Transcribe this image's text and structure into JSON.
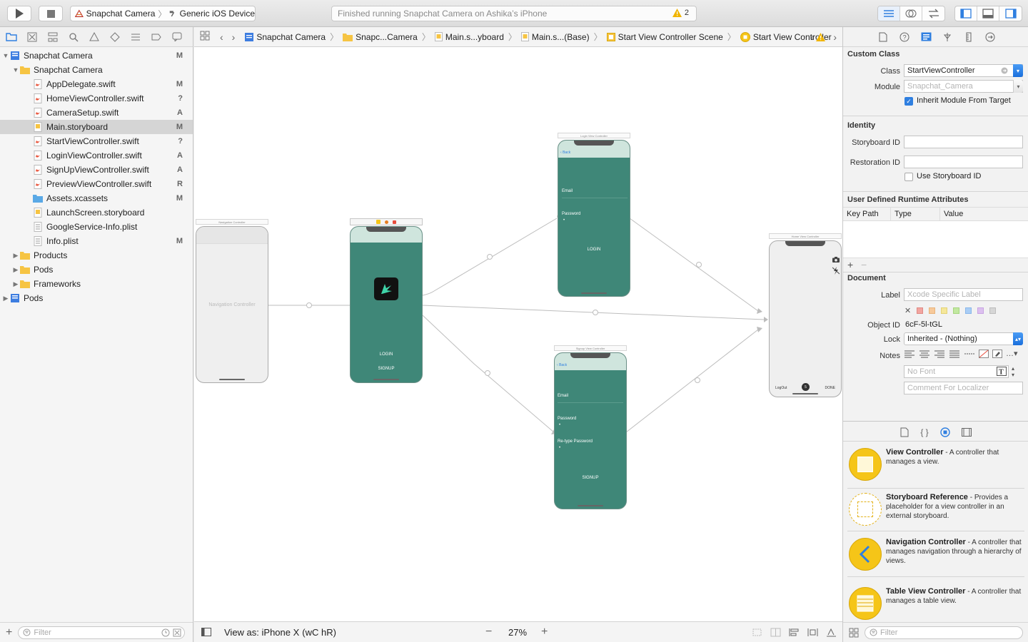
{
  "toolbar": {
    "scheme_project": "Snapchat Camera",
    "scheme_device": "Generic iOS Device",
    "status_text": "Finished running Snapchat Camera on Ashika’s iPhone",
    "warning_count": "2"
  },
  "navigator": {
    "items": [
      {
        "label": "Snapchat Camera",
        "badge": "M"
      },
      {
        "label": "Snapchat Camera",
        "badge": ""
      },
      {
        "label": "AppDelegate.swift",
        "badge": "M"
      },
      {
        "label": "HomeViewController.swift",
        "badge": "?"
      },
      {
        "label": "CameraSetup.swift",
        "badge": "A"
      },
      {
        "label": "Main.storyboard",
        "badge": "M"
      },
      {
        "label": "StartViewController.swift",
        "badge": "?"
      },
      {
        "label": "LoginViewController.swift",
        "badge": "A"
      },
      {
        "label": "SignUpViewController.swift",
        "badge": "A"
      },
      {
        "label": "PreviewViewController.swift",
        "badge": "R"
      },
      {
        "label": "Assets.xcassets",
        "badge": "M"
      },
      {
        "label": "LaunchScreen.storyboard",
        "badge": ""
      },
      {
        "label": "GoogleService-Info.plist",
        "badge": ""
      },
      {
        "label": "Info.plist",
        "badge": "M"
      },
      {
        "label": "Products",
        "badge": ""
      },
      {
        "label": "Pods",
        "badge": ""
      },
      {
        "label": "Frameworks",
        "badge": ""
      },
      {
        "label": "Pods",
        "badge": ""
      }
    ],
    "filter_placeholder": "Filter"
  },
  "jumpbar": {
    "crumbs": [
      "Snapchat Camera",
      "Snapc...Camera",
      "Main.s...yboard",
      "Main.s...(Base)",
      "Start View Controller Scene",
      "Start View Controller"
    ]
  },
  "canvas": {
    "nav_controller": {
      "title": "Navigation Controller",
      "label": "Navigation Controller"
    },
    "start": {
      "login": "LOGIN",
      "signup": "SIGNUP"
    },
    "login": {
      "title": "Login View Controller",
      "back": "Back",
      "email": "Email",
      "password": "Password",
      "button": "LOGIN"
    },
    "signup": {
      "title": "Signup View Controller",
      "back": "Back",
      "email": "Email",
      "password": "Password",
      "retype": "Re-type Password",
      "button": "SIGNUP"
    },
    "home": {
      "title": "Home View Controller",
      "logout": "LogOut",
      "done": "DONE",
      "counter": "5"
    }
  },
  "bottom": {
    "view_as": "View as: iPhone X",
    "size_class": "(wC hR)",
    "zoom": "27%"
  },
  "inspector": {
    "custom_class": {
      "title": "Custom Class",
      "class_label": "Class",
      "class_value": "StartViewController",
      "module_label": "Module",
      "module_placeholder": "Snapchat_Camera",
      "inherit_label": "Inherit Module From Target"
    },
    "identity": {
      "title": "Identity",
      "storyboard_id_label": "Storyboard ID",
      "restoration_id_label": "Restoration ID",
      "use_storyboard_label": "Use Storyboard ID"
    },
    "runtime": {
      "title": "User Defined Runtime Attributes",
      "col_keypath": "Key Path",
      "col_type": "Type",
      "col_value": "Value"
    },
    "document": {
      "title": "Document",
      "label_label": "Label",
      "label_placeholder": "Xcode Specific Label",
      "object_id_label": "Object ID",
      "object_id": "6cF-5l-tGL",
      "lock_label": "Lock",
      "lock_value": "Inherited - (Nothing)",
      "notes_label": "Notes",
      "font_placeholder": "No Font",
      "comment_placeholder": "Comment For Localizer"
    },
    "library": [
      {
        "name": "View Controller",
        "desc": " - A controller that manages a view."
      },
      {
        "name": "Storyboard Reference",
        "desc": " - Provides a placeholder for a view controller in an external storyboard."
      },
      {
        "name": "Navigation Controller",
        "desc": " - A controller that manages navigation through a hierarchy of views."
      },
      {
        "name": "Table View Controller",
        "desc": " - A controller that manages a table view."
      }
    ],
    "library_filter_placeholder": "Filter"
  },
  "colors": {
    "teal": "#3f8778",
    "accent": "#2f7fe0",
    "folder": "#f6c443",
    "library_icon": "#f5c518"
  }
}
